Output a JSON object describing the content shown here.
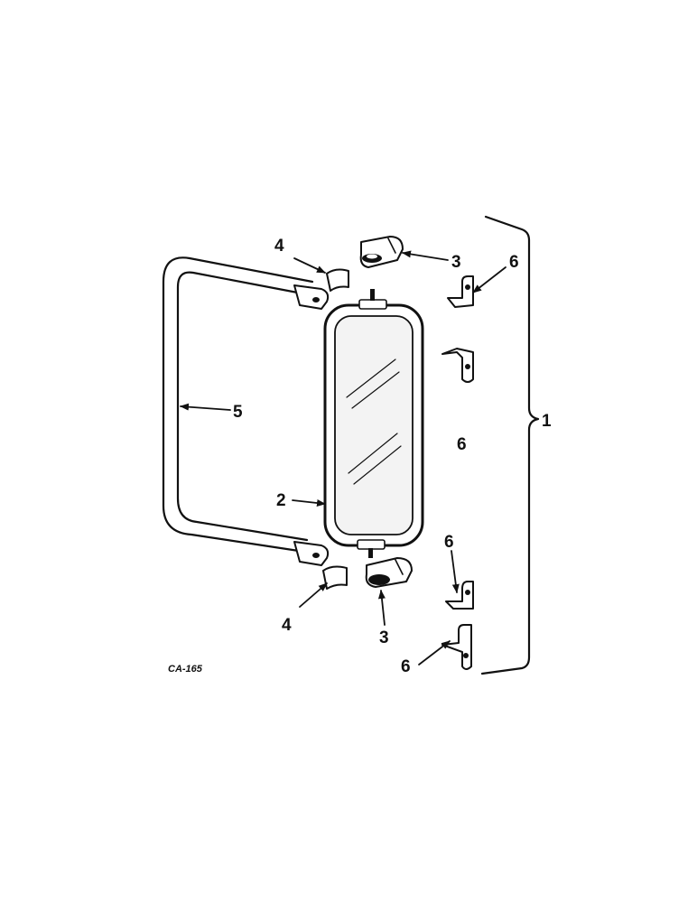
{
  "figure": {
    "code": "CA-165",
    "colors": {
      "ink": "#111111",
      "paper": "#ffffff"
    }
  },
  "callouts": {
    "assembly": "1",
    "mirror_head": "2",
    "clamp_upper": "3",
    "clamp_lower": "3",
    "cushion_upper": "4",
    "cushion_lower": "4",
    "arm": "5",
    "bracket_upper": "6",
    "bracket_middle": "6",
    "bracket_lower_a": "6",
    "bracket_lower_b": "6"
  }
}
